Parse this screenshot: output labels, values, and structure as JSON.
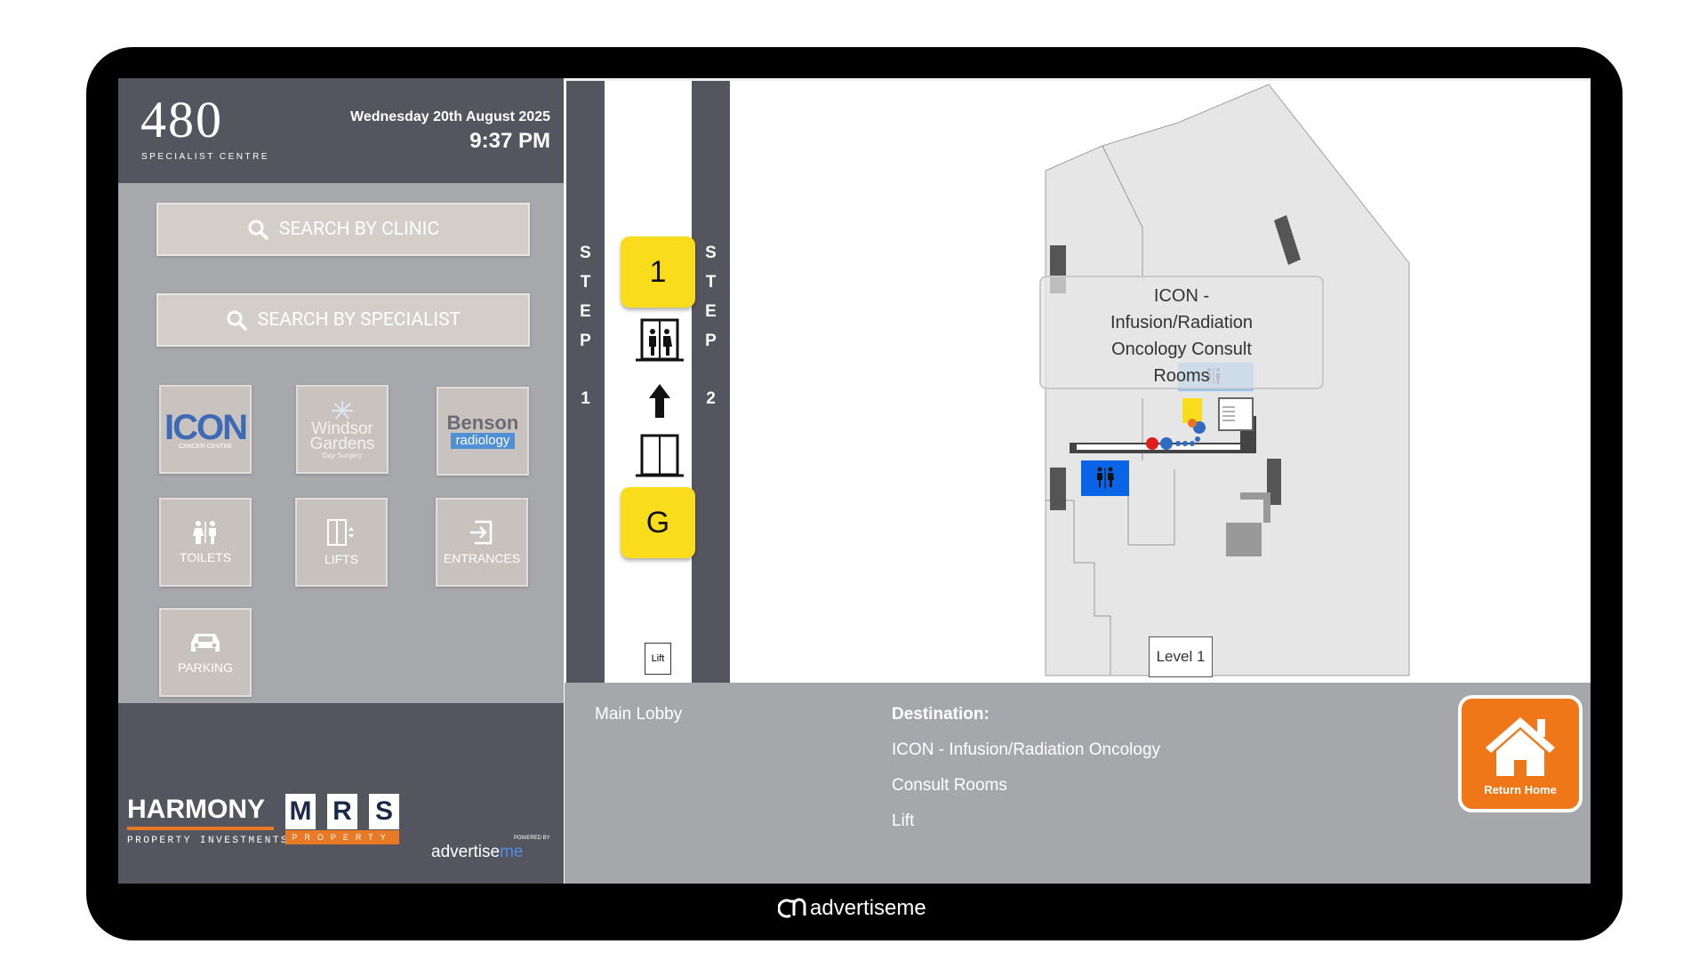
{
  "header": {
    "logo_number": "480",
    "logo_sub": "SPECIALIST CENTRE",
    "date": "Wednesday 20th August 2025",
    "time": "9:37 PM"
  },
  "search": {
    "clinic_label": "SEARCH BY CLINIC",
    "specialist_label": "SEARCH BY SPECIALIST"
  },
  "clinics": {
    "icon_text": "ICON",
    "icon_sub": "CANCER CENTRE",
    "windsor_line1": "Windsor",
    "windsor_line2": "Gardens",
    "windsor_sub": "Day Surgery",
    "benson_line1": "Benson",
    "benson_line2": "radiology"
  },
  "amenities": {
    "toilets": "TOILETS",
    "lifts": "LIFTS",
    "entrances": "ENTRANCES",
    "parking": "PARKING"
  },
  "footer_logos": {
    "harmony": "HARMONY",
    "harmony_sub": "PROPERTY INVESTMENTS",
    "mrs_m": "M",
    "mrs_r": "R",
    "mrs_s": "S",
    "mrs_sub": "PROPERTY",
    "powered_by": "POWERED BY",
    "advertise": "advertise",
    "me": "me"
  },
  "steps": {
    "step1_letters": [
      "S",
      "T",
      "E",
      "P"
    ],
    "step1_number": "1",
    "step2_letters": [
      "S",
      "T",
      "E",
      "P"
    ],
    "step2_number": "2",
    "floor_top": "1",
    "floor_bottom": "G",
    "lift_tag": "Lift"
  },
  "map": {
    "popup_lines": [
      "ICON -",
      "Infusion/Radiation",
      "Oncology Consult",
      "Rooms"
    ],
    "level_label": "Level 1"
  },
  "info": {
    "from": "Main Lobby",
    "destination_title": "Destination:",
    "destination_lines": [
      "ICON - Infusion/Radiation Oncology",
      "Consult Rooms",
      "Lift"
    ],
    "home_label": "Return Home"
  },
  "bezel": {
    "brand": "advertiseme"
  },
  "colors": {
    "sidebar_dark": "#55555f",
    "sidebar_light": "#a7a8ac",
    "floor_yellow": "#f9dc1c",
    "home_orange": "#ef7718",
    "toilet_blue": "#0a64e6",
    "toilet_lightblue": "#8fc3f5"
  }
}
